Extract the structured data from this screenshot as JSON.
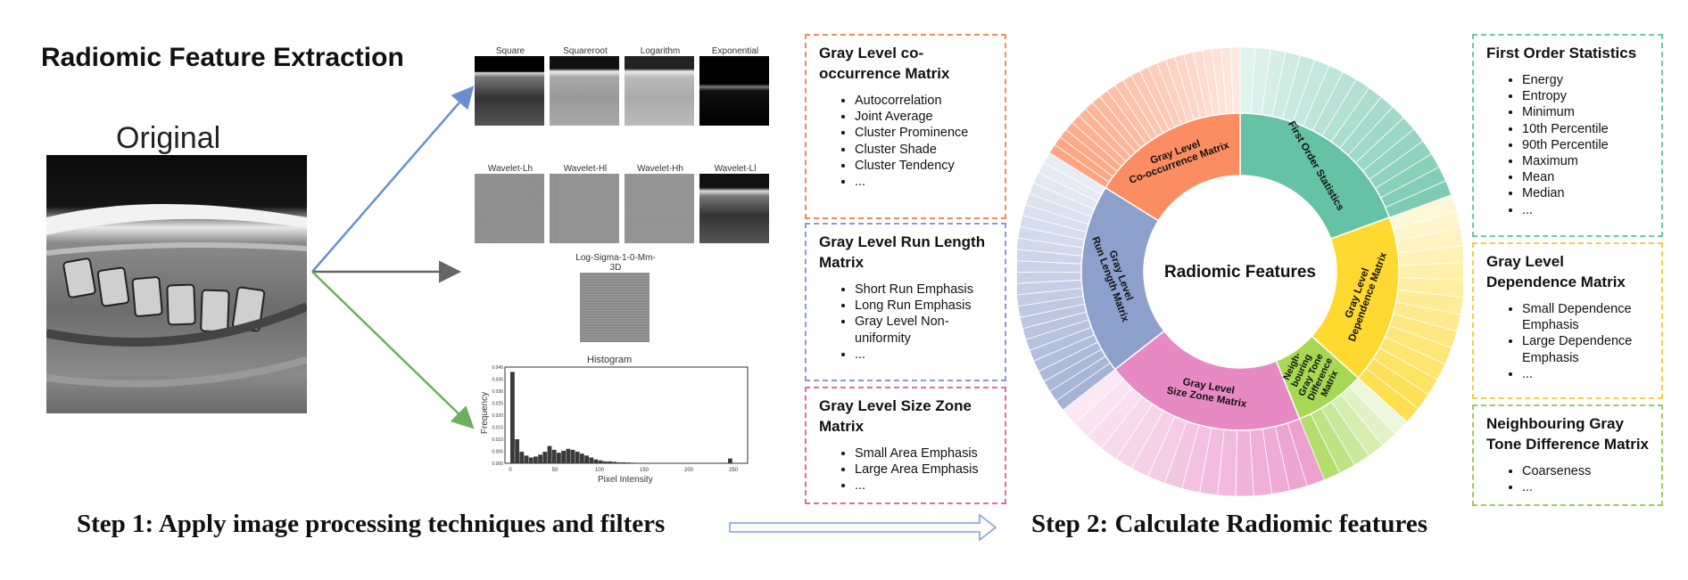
{
  "title": "Radiomic Feature Extraction",
  "original_label": "Original",
  "filters_row1": [
    "Square",
    "Squareroot",
    "Logarithm",
    "Exponential"
  ],
  "filters_row2": [
    "Wavelet-Lh",
    "Wavelet-Hl",
    "Wavelet-Hh",
    "Wavelet-Ll"
  ],
  "filter_log": "Log-Sigma-1-0-Mm-3D",
  "histogram": {
    "title": "Histogram",
    "xlabel": "Pixel Intensity",
    "ylabel": "Frequency",
    "xticks": [
      "0",
      "50",
      "100",
      "150",
      "200",
      "250"
    ],
    "yticks": [
      "0.000",
      "0.005",
      "0.010",
      "0.015",
      "0.020",
      "0.025",
      "0.030",
      "0.035",
      "0.040"
    ]
  },
  "step1": "Step 1: Apply image processing techniques and filters",
  "step2": "Step 2: Calculate Radiomic features",
  "boxes_mid": [
    {
      "title": "Gray Level co-occurrence Matrix",
      "color": "#f28a5a",
      "items": [
        "Autocorrelation",
        "Joint Average",
        "Cluster Prominence",
        "Cluster Shade",
        "Cluster Tendency",
        "..."
      ]
    },
    {
      "title": "Gray Level Run Length Matrix",
      "color": "#8a9ad0",
      "items": [
        "Short Run Emphasis",
        "Long Run Emphasis",
        "Gray Level Non-uniformity",
        "..."
      ]
    },
    {
      "title": "Gray Level Size Zone Matrix",
      "color": "#e26aaa",
      "items": [
        "Small Area Emphasis",
        "Large Area Emphasis",
        "..."
      ]
    }
  ],
  "boxes_right": [
    {
      "title": "First Order Statistics",
      "color": "#6cc7a8",
      "items": [
        "Energy",
        "Entropy",
        "Minimum",
        "10th Percentile",
        "90th Percentile",
        "Maximum",
        "Mean",
        "Median",
        "..."
      ]
    },
    {
      "title": "Gray Level Dependence Matrix",
      "color": "#f0d040",
      "items": [
        "Small Dependence Emphasis",
        "Large Dependence Emphasis",
        "..."
      ]
    },
    {
      "title": "Neighbouring Gray Tone Difference Matrix",
      "color": "#9ccc5a",
      "items": [
        "Coarseness",
        "..."
      ]
    }
  ],
  "sunburst": {
    "center": "Radiomic Features",
    "segments": [
      {
        "name": "First Order Statistics",
        "color": "#66c2a5"
      },
      {
        "name": "Gray Level Dependence Matrix",
        "color": "#ffd92f"
      },
      {
        "name": "Neigh-bouring Gray Tone Difference Matrix",
        "color": "#a6d854"
      },
      {
        "name": "Gray Level Size Zone Matrix",
        "color": "#e78ac3"
      },
      {
        "name": "Gray Level Run Length Matrix",
        "color": "#8da0cb"
      },
      {
        "name": "Gray Level Co-occurrence Matrix",
        "color": "#fc8d62"
      }
    ]
  }
}
